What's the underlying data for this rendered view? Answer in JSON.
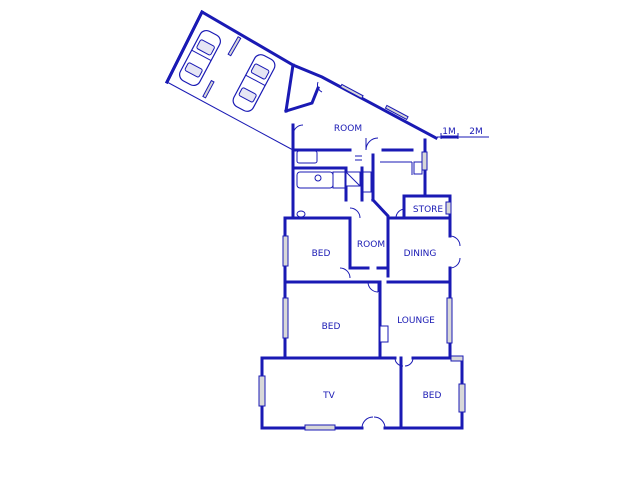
{
  "rooms": {
    "room_top": "ROOM",
    "room_mid": "ROOM",
    "store": "STORE",
    "bed_upper": "BED",
    "dining": "DINING",
    "bed_middle": "BED",
    "lounge": "LOUNGE",
    "tv": "TV",
    "bed_lower": "BED"
  },
  "scale_bar": {
    "label_1": "1M",
    "label_2": "2M"
  },
  "colors": {
    "wall": "#1a1ab4",
    "window_fill": "#d8d8d8"
  }
}
